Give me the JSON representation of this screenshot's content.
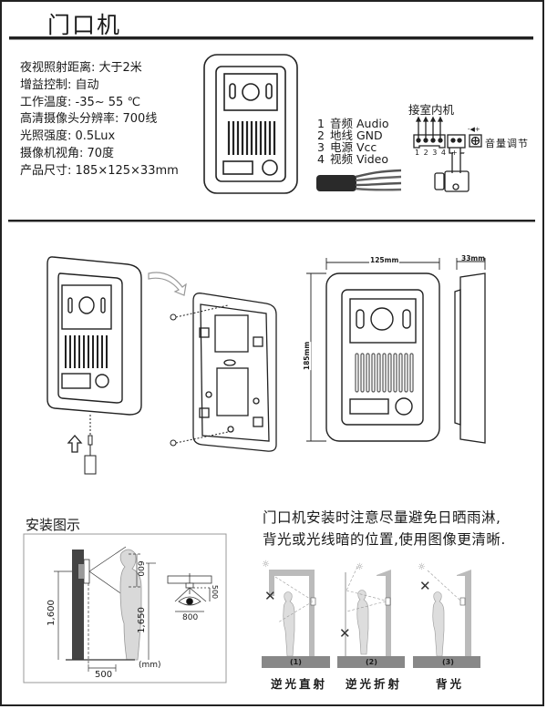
{
  "header": {
    "title": "门口机"
  },
  "specs": [
    {
      "label": "夜视照射距离",
      "value": "大于2米"
    },
    {
      "label": "增益控制",
      "value": "自动"
    },
    {
      "label": "工作温度",
      "value": "-35~ 55 ℃"
    },
    {
      "label": "高清摄像头分辨率",
      "value": "700线"
    },
    {
      "label": "光照强度",
      "value": "0.5Lux"
    },
    {
      "label": "摄像机视角",
      "value": "70度"
    },
    {
      "label": "产品尺寸",
      "value": "185×125×33mm"
    }
  ],
  "specs_text": [
    "夜视照射距离: 大于2米",
    "增益控制: 自动",
    "工作温度: -35~ 55 ℃",
    "高清摄像头分辨率: 700线",
    "光照强度: 0.5Lux",
    "摄像机视角: 70度",
    "产品尺寸: 185×125×33mm"
  ],
  "wiring": {
    "wires": [
      {
        "num": "1",
        "label": "音频 Audio"
      },
      {
        "num": "2",
        "label": "地线 GND"
      },
      {
        "num": "3",
        "label": "电源 Vcc"
      },
      {
        "num": "4",
        "label": "视频 Video"
      }
    ],
    "indoor_label": "接室内机",
    "terminal_numbers": "1 2 3 4",
    "plus": "+",
    "minus": "-",
    "volume_label": "音量调节",
    "volume_icon_text": "-◀+"
  },
  "dimensions": {
    "width": "125mm",
    "height": "185mm",
    "depth": "33mm"
  },
  "installation": {
    "title": "安装图示",
    "mount_height": "1,600",
    "eye_height": "1,650",
    "view_range": "600",
    "distance": "500",
    "unit": "(mm)",
    "top_view_depth": "500",
    "top_view_width": "800"
  },
  "notice": {
    "line1": "门口机安装时注意尽量避免日晒雨淋,",
    "line2": "背光或光线暗的位置,使用图像更清晰."
  },
  "scenarios": [
    {
      "num": "(1)",
      "caption": "逆光直射"
    },
    {
      "num": "(2)",
      "caption": "逆光折射"
    },
    {
      "num": "(3)",
      "caption": "背光"
    }
  ],
  "colors": {
    "line": "#222222",
    "wall": "#444444",
    "figure": "#d9d9d9",
    "ground": "#8a8a8a"
  }
}
